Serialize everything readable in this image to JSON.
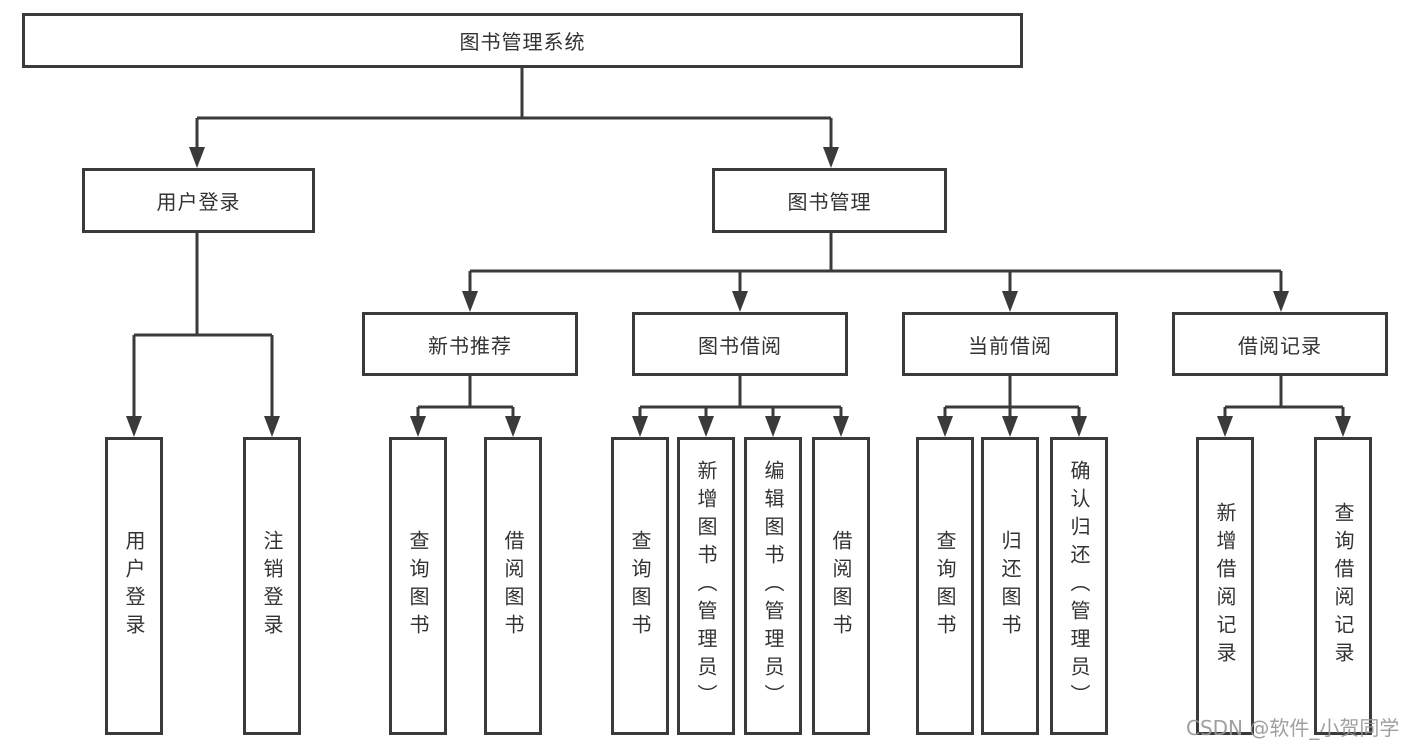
{
  "diagram": {
    "root": "图书管理系统",
    "level2": [
      {
        "label": "用户登录"
      },
      {
        "label": "图书管理"
      }
    ],
    "level3": [
      {
        "label": "新书推荐"
      },
      {
        "label": "图书借阅"
      },
      {
        "label": "当前借阅"
      },
      {
        "label": "借阅记录"
      }
    ],
    "leaves": {
      "user_login": [
        {
          "label": "用户登录"
        },
        {
          "label": "注销登录"
        }
      ],
      "new_books": [
        {
          "label": "查询图书"
        },
        {
          "label": "借阅图书"
        }
      ],
      "book_borrow": [
        {
          "label": "查询图书"
        },
        {
          "label": "新增图书（管理员）"
        },
        {
          "label": "编辑图书（管理员）"
        },
        {
          "label": "借阅图书"
        }
      ],
      "current_borrow": [
        {
          "label": "查询图书"
        },
        {
          "label": "归还图书"
        },
        {
          "label": "确认归还（管理员）"
        }
      ],
      "borrow_records": [
        {
          "label": "新增借阅记录"
        },
        {
          "label": "查询借阅记录"
        }
      ]
    }
  },
  "watermark": {
    "text": "CSDN @软件_小贺同学"
  },
  "colors": {
    "line": "#3a3a3a",
    "text": "#333333",
    "watermark": "#989898",
    "background": "#ffffff"
  }
}
